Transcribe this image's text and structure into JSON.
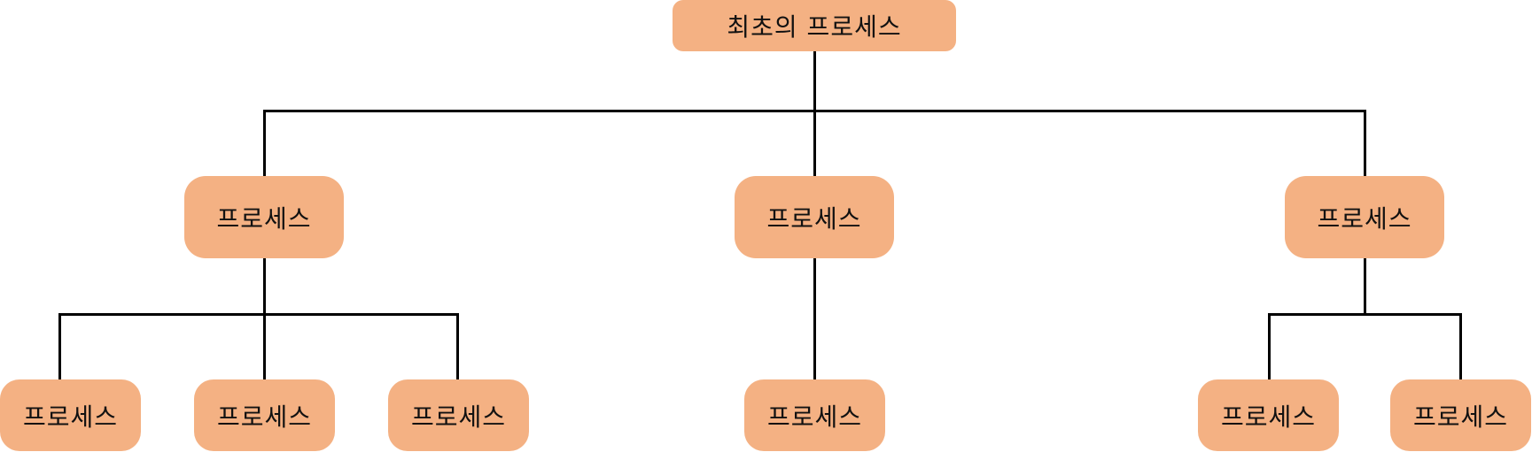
{
  "colors": {
    "node_fill": "#F4B183",
    "connector": "#000000",
    "text": "#111111"
  },
  "root": {
    "label": "최초의 프로세스"
  },
  "children": [
    {
      "label": "프로세스",
      "children": [
        {
          "label": "프로세스"
        },
        {
          "label": "프로세스"
        },
        {
          "label": "프로세스"
        }
      ]
    },
    {
      "label": "프로세스",
      "children": [
        {
          "label": "프로세스"
        }
      ]
    },
    {
      "label": "프로세스",
      "children": [
        {
          "label": "프로세스"
        },
        {
          "label": "프로세스"
        }
      ]
    }
  ]
}
